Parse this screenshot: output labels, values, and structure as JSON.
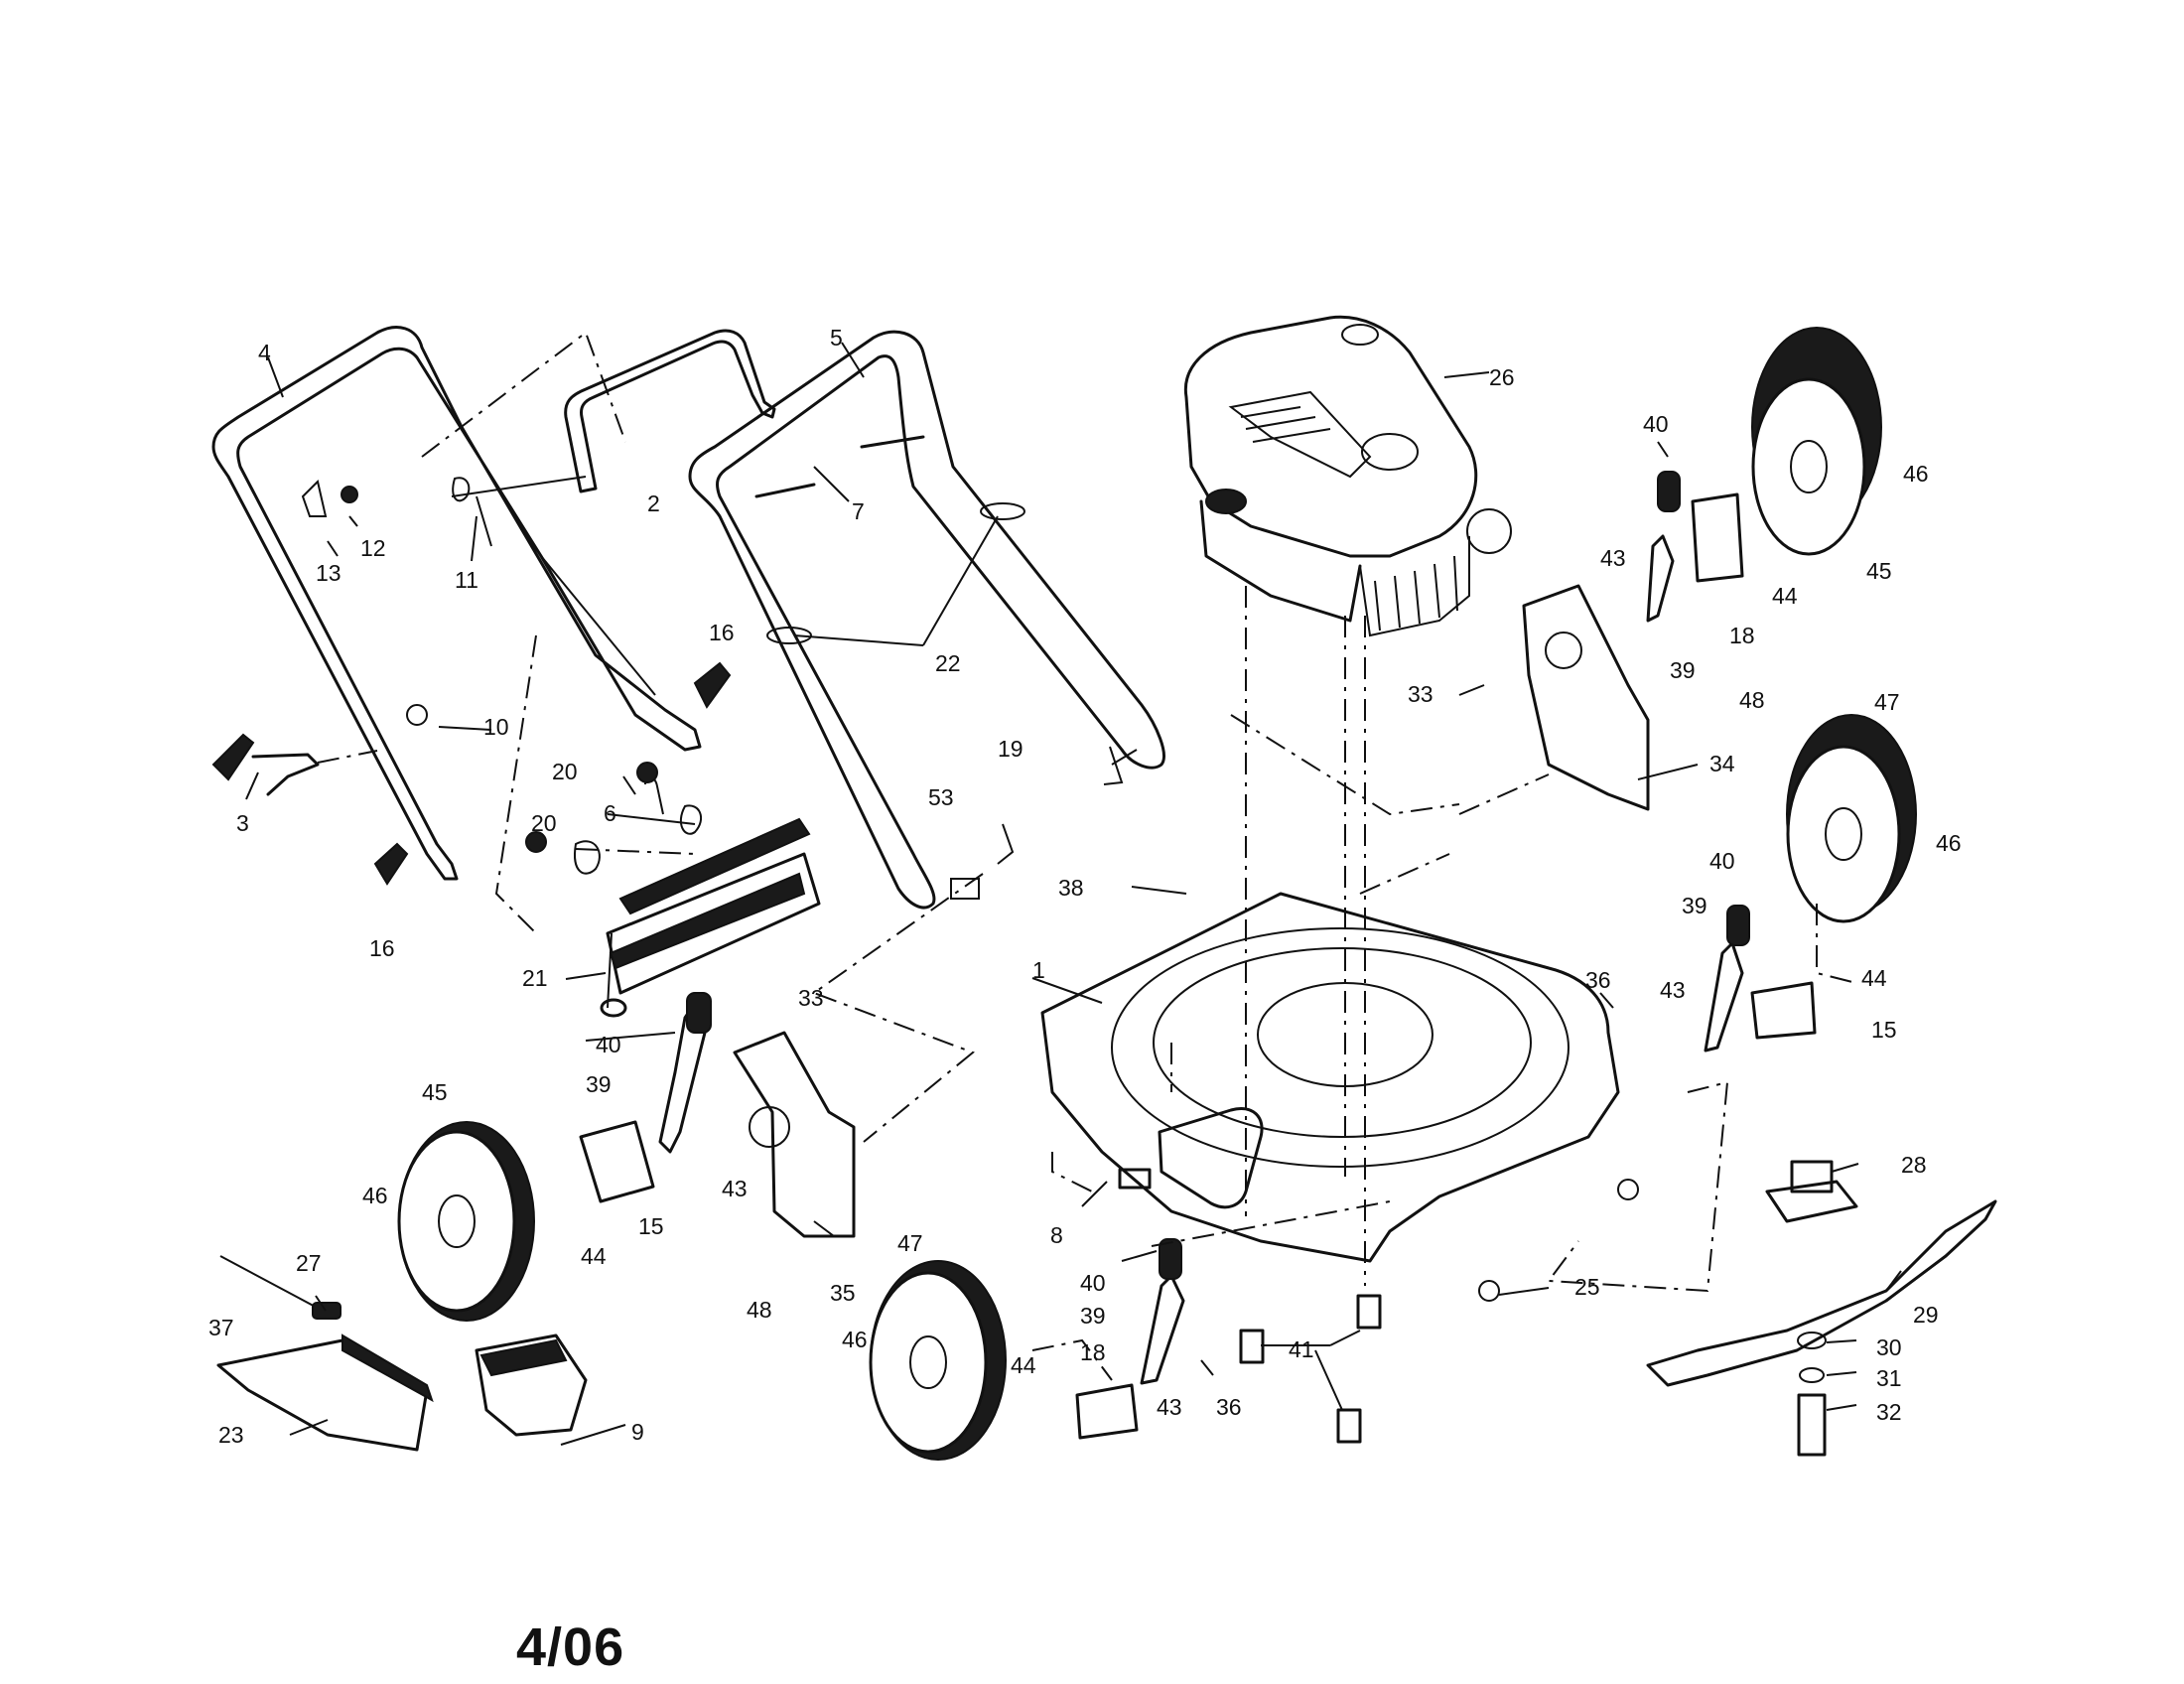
{
  "date_code": "4/06",
  "callouts": [
    "1",
    "2",
    "3",
    "4",
    "5",
    "6",
    "7",
    "8",
    "9",
    "10",
    "11",
    "12",
    "13",
    "15",
    "16",
    "18",
    "19",
    "20",
    "21",
    "22",
    "23",
    "25",
    "26",
    "27",
    "28",
    "29",
    "30",
    "31",
    "32",
    "33",
    "34",
    "35",
    "36",
    "37",
    "38",
    "39",
    "40",
    "41",
    "43",
    "44",
    "45",
    "46",
    "47",
    "48",
    "53"
  ]
}
